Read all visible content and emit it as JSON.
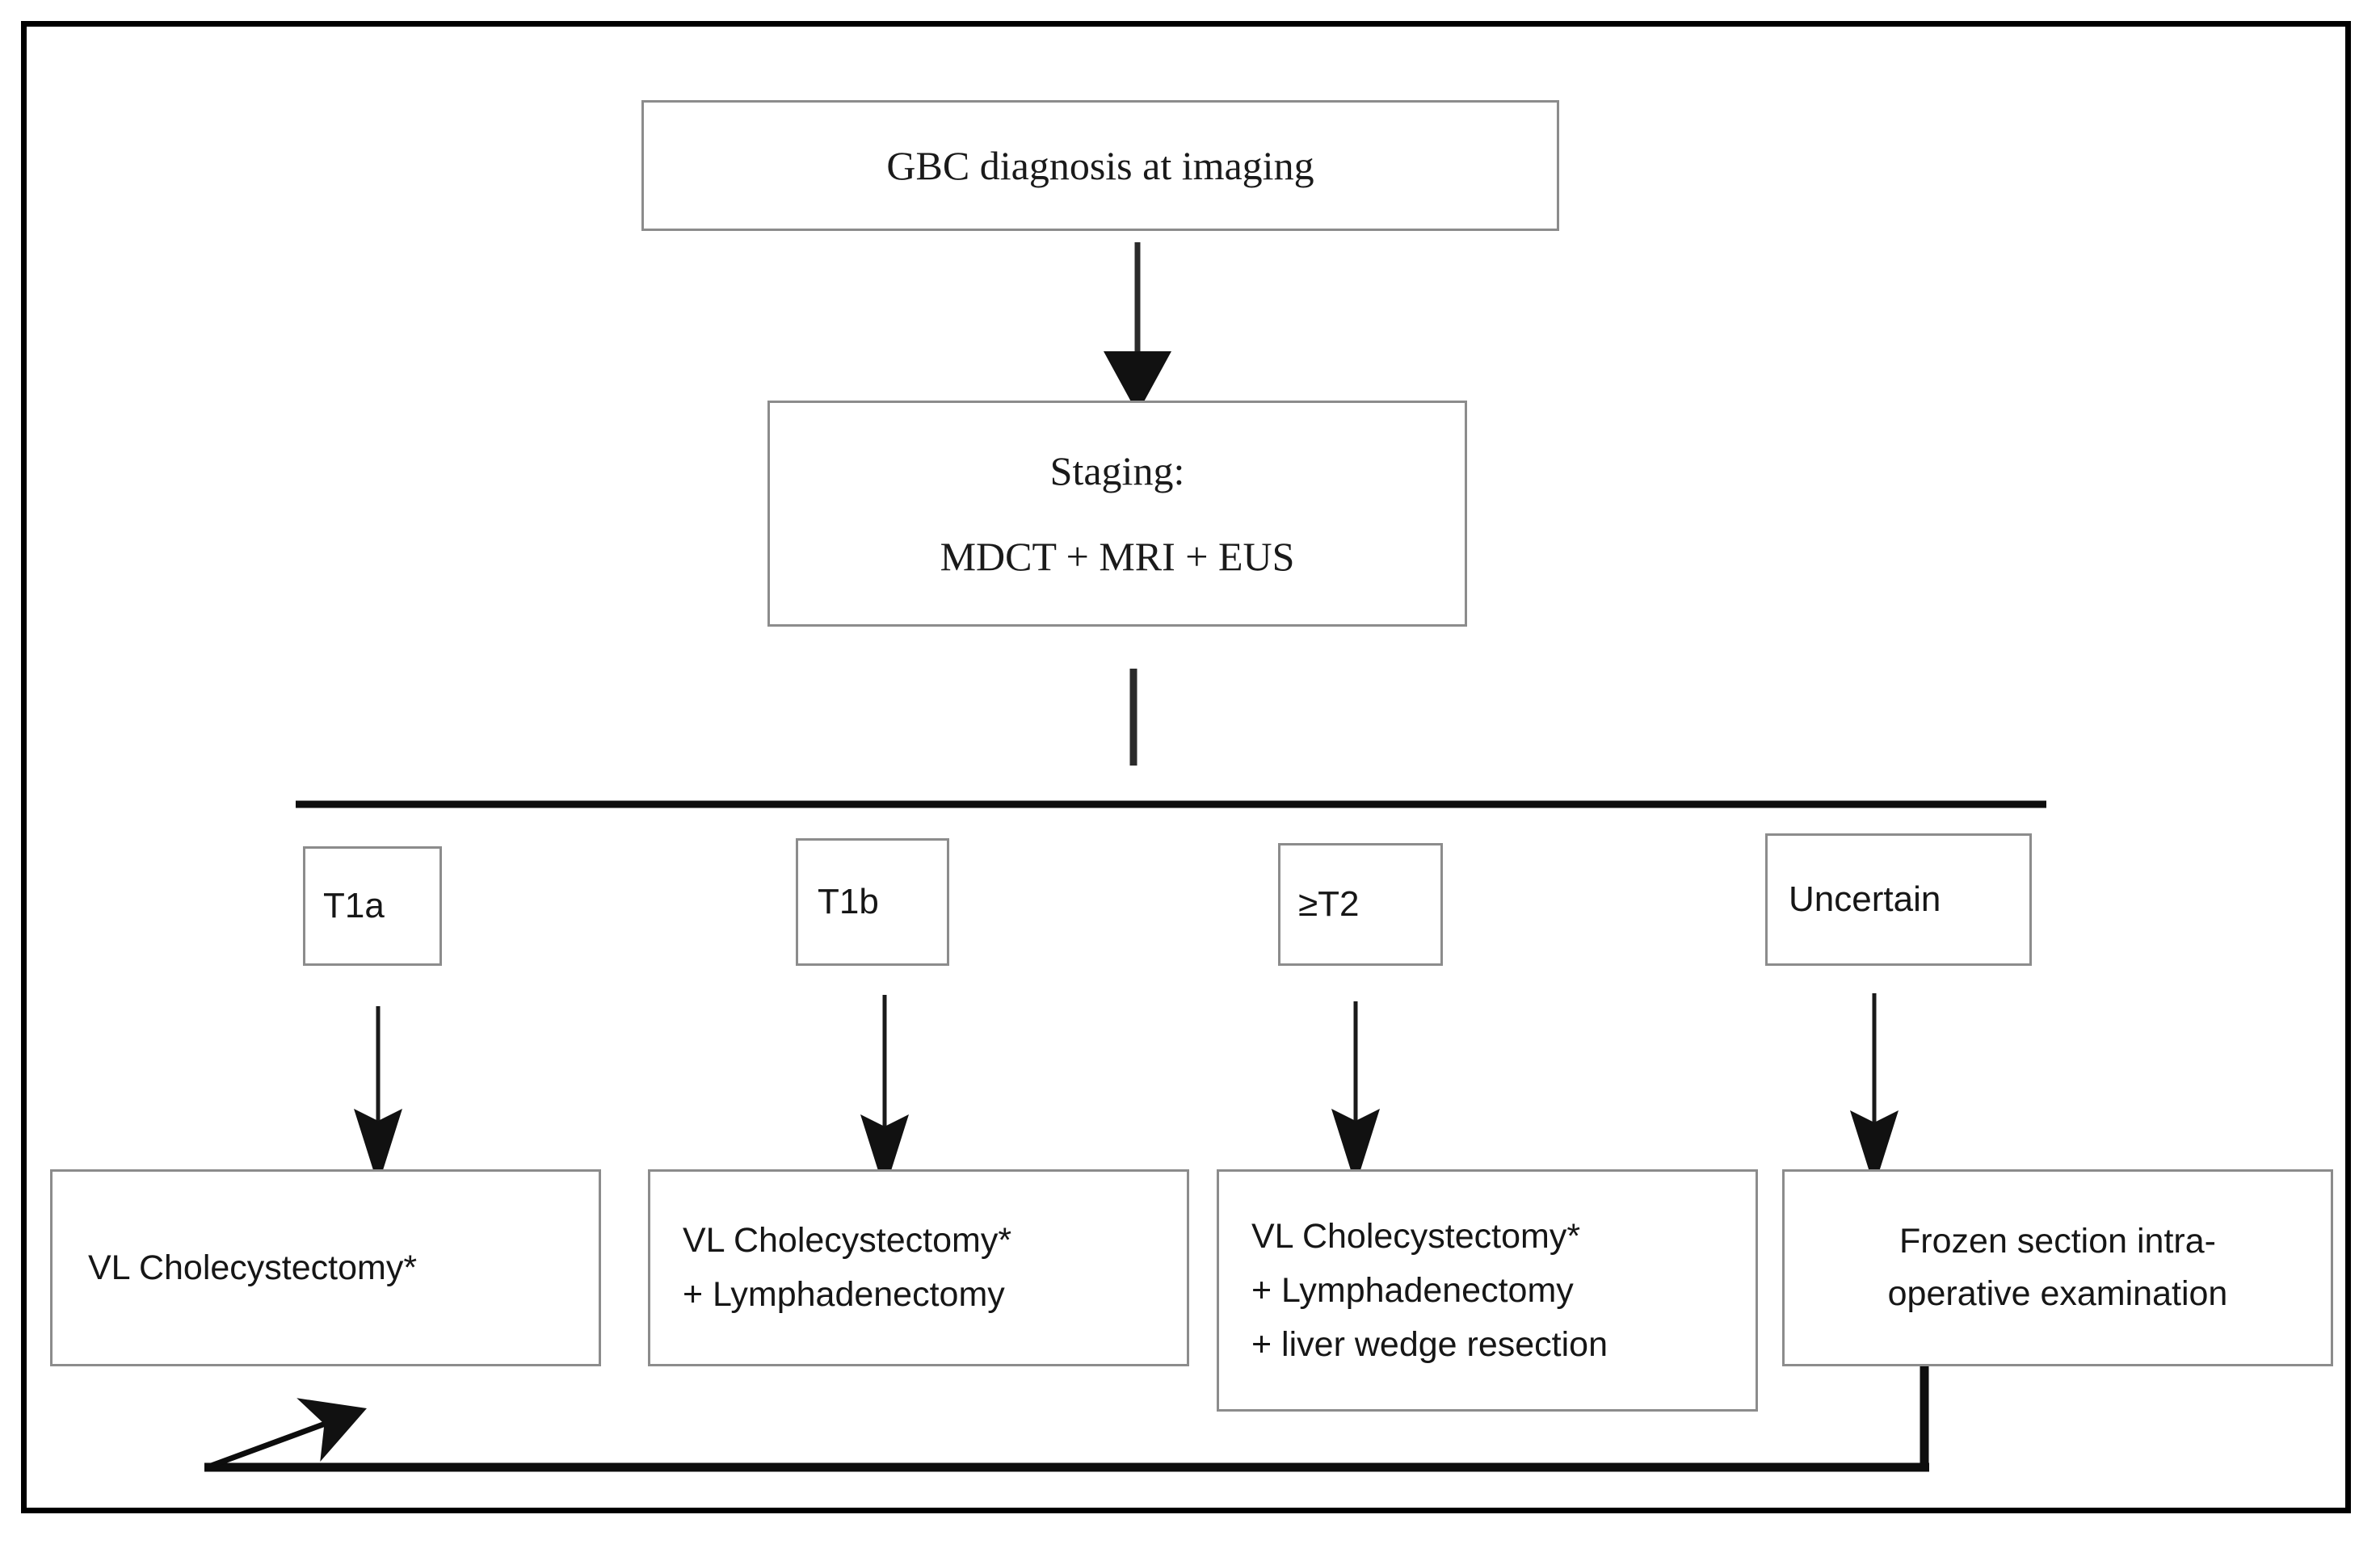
{
  "diagram": {
    "type": "flowchart",
    "title_box": {
      "text": "GBC diagnosis at imaging"
    },
    "staging_box": {
      "line1": "Staging:",
      "line2": "MDCT + MRI + EUS"
    },
    "stage_labels": [
      {
        "id": "t1a",
        "label": "T1a"
      },
      {
        "id": "t1b",
        "label": "T1b"
      },
      {
        "id": "t2",
        "label": "≥T2"
      },
      {
        "id": "uncertain",
        "label": "Uncertain"
      }
    ],
    "treatments": [
      {
        "id": "tx-t1a",
        "line1": "VL Cholecystectomy*",
        "line2": "",
        "line3": ""
      },
      {
        "id": "tx-t1b",
        "line1": "VL Cholecystectomy*",
        "line2": "+ Lymphadenectomy",
        "line3": ""
      },
      {
        "id": "tx-t2",
        "line1": "VL Cholecystectomy*",
        "line2": "+ Lymphadenectomy",
        "line3": "+ liver wedge resection"
      },
      {
        "id": "tx-uncertain",
        "line1": "Frozen section intra-",
        "line2": "operative examination",
        "line3": ""
      }
    ],
    "colors": {
      "frame": "#000000",
      "box_border": "#8c8c8c",
      "connector": "#111111",
      "background": "#ffffff",
      "text": "#161616"
    }
  }
}
